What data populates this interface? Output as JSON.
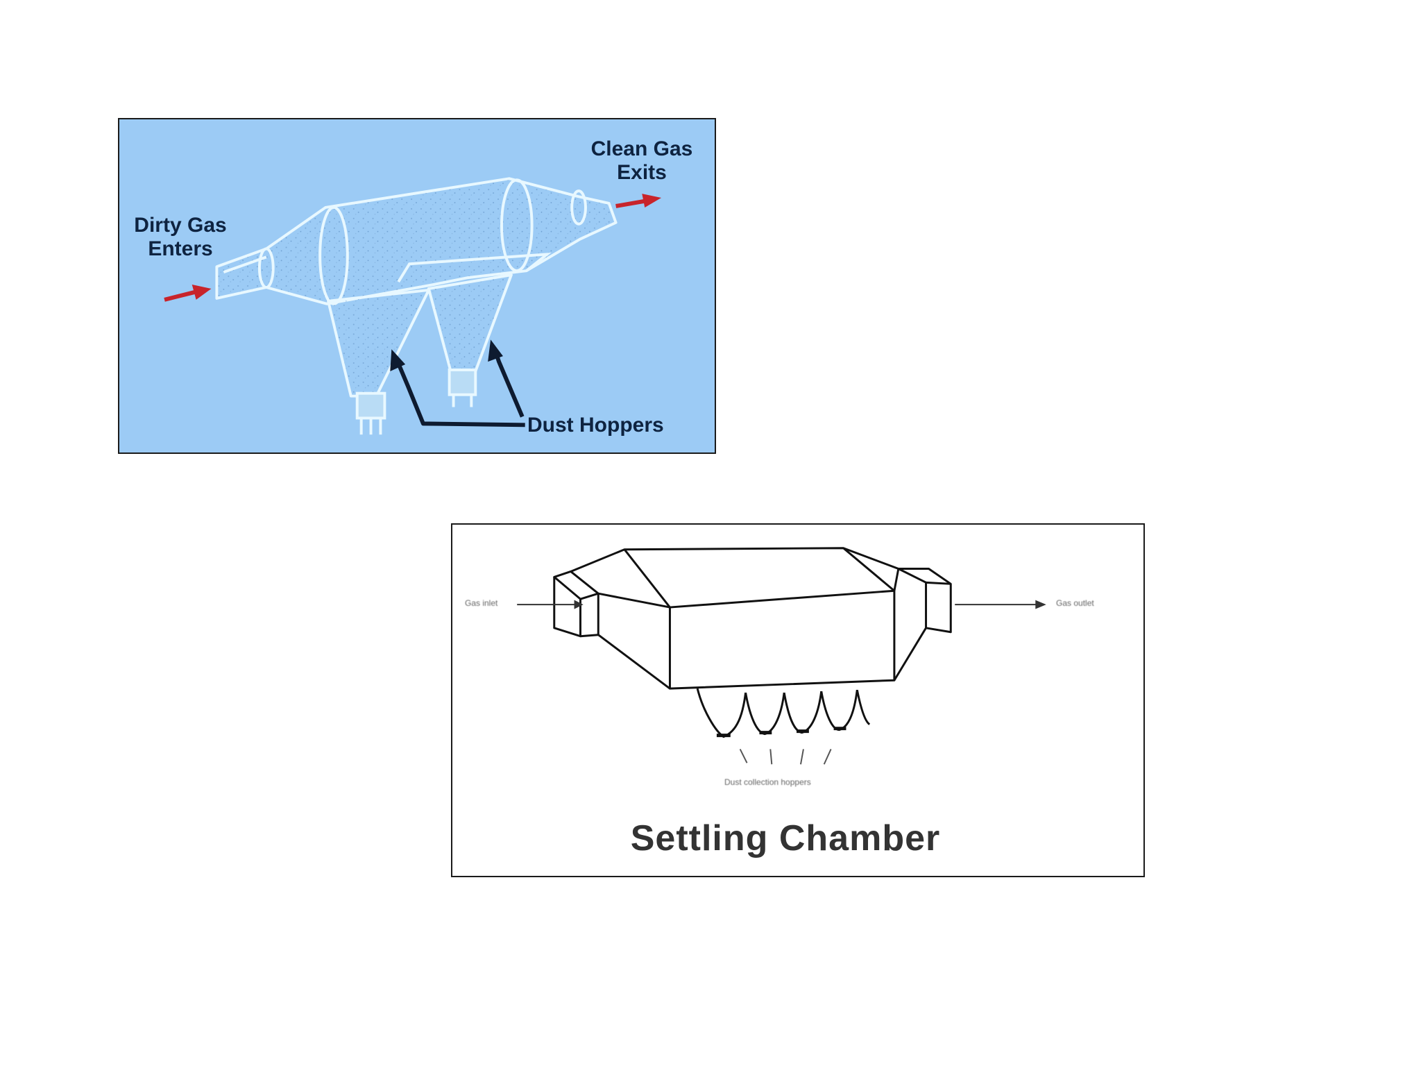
{
  "figures": [
    {
      "labels": {
        "dirty_line1": "Dirty Gas",
        "dirty_line2": "Enters",
        "clean_line1": "Clean Gas",
        "clean_line2": "Exits",
        "hoppers": "Dust Hoppers"
      }
    },
    {
      "labels": {
        "gas_inlet": "Gas inlet",
        "gas_outlet": "Gas outlet",
        "dust_collection": "Dust collection hoppers",
        "title": "Settling Chamber"
      }
    }
  ],
  "colors": {
    "top_background": "#9ccbf5",
    "sketch_lines": "#e8f8ff",
    "flow_arrows": "#c8242b",
    "pointer_arrows": "#0e1b30",
    "label_text": "#0e2340"
  }
}
